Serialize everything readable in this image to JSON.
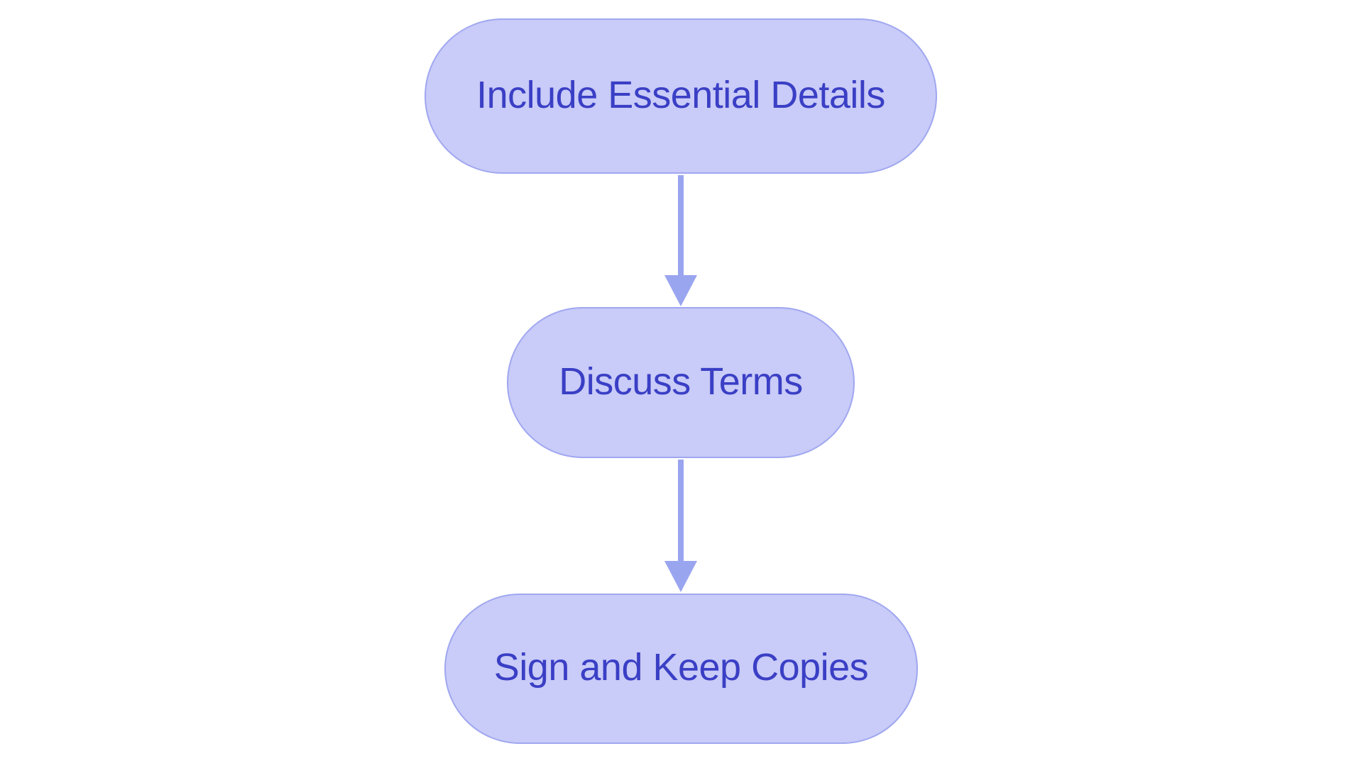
{
  "page": {
    "kind": "flowchart",
    "direction": "top-down"
  },
  "colors": {
    "background": "#ffffff",
    "node_fill": "#c9cbf8",
    "node_border": "#9fa7f0",
    "node_text": "#3a3fc5",
    "arrow": "#9aa5f0"
  },
  "flowchart": {
    "nodes": [
      {
        "id": "step-1",
        "label": "Include Essential Details",
        "shape": "pill"
      },
      {
        "id": "step-2",
        "label": "Discuss Terms",
        "shape": "pill"
      },
      {
        "id": "step-3",
        "label": "Sign and Keep Copies",
        "shape": "pill"
      }
    ],
    "edges": [
      {
        "from": "step-1",
        "to": "step-2",
        "style": "arrow-down"
      },
      {
        "from": "step-2",
        "to": "step-3",
        "style": "arrow-down"
      }
    ]
  }
}
